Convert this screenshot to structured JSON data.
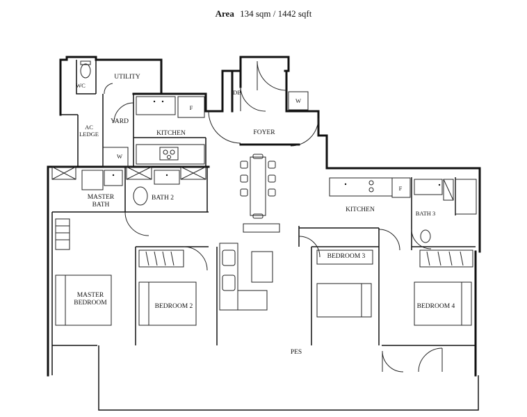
{
  "header": {
    "area_label": "Area",
    "area_value": "134 sqm / 1442 sqft"
  },
  "rooms": {
    "wc": "WC",
    "utility": "UTILITY",
    "db": "DB",
    "w_foyer": "W",
    "yard": "YARD",
    "ac_ledge_line1": "AC",
    "ac_ledge_line2": "LEDGE",
    "kitchen_upper": "KITCHEN",
    "foyer": "FOYER",
    "f_upper": "F",
    "w_yard": "W",
    "master_bath_line1": "MASTER",
    "master_bath_line2": "BATH",
    "bath2": "BATH 2",
    "kitchen_right": "KITCHEN",
    "f_right": "F",
    "bath3": "BATH 3",
    "master_bedroom_line1": "MASTER",
    "master_bedroom_line2": "BEDROOM",
    "bedroom2": "BEDROOM 2",
    "bedroom3": "BEDROOM 3",
    "bedroom4": "BEDROOM 4",
    "pes": "PES"
  }
}
